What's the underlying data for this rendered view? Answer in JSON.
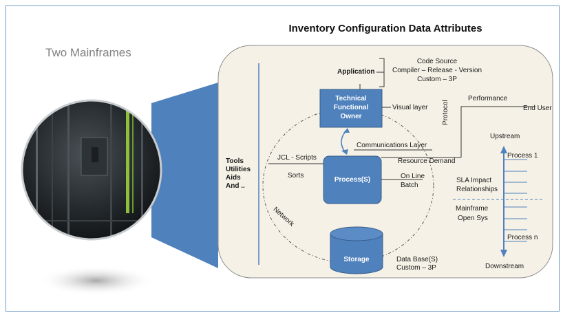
{
  "title": "Inventory Configuration  Data Attributes",
  "left_label": "Two Mainframes",
  "photo": {
    "description_icon": "mainframe-photo"
  },
  "tools": {
    "lines": [
      "Tools",
      "Utilities",
      "Aids",
      "And .."
    ]
  },
  "application": {
    "label": "Application",
    "details": [
      "Code Source",
      "Compiler – Release - Version",
      "Custom – 3P"
    ]
  },
  "owner_box": {
    "lines": [
      "Technical",
      "Functional",
      "Owner"
    ]
  },
  "visual_layer": "Visual layer",
  "communications_layer": "Communications Layer",
  "resource_demand": "Resource Demand",
  "performance": "Performance",
  "end_user": "End User",
  "protocol": "Protocol",
  "jcl_scripts": "JCL - Scripts",
  "sorts": "Sorts",
  "process_box": "Process(S)",
  "online": "On Line",
  "batch": "Batch",
  "network": "Network",
  "storage_box": "Storage",
  "database": {
    "lines": [
      "Data Base(S)",
      "Custom – 3P"
    ]
  },
  "flow": {
    "upstream": "Upstream",
    "process1": "Process 1",
    "sla": [
      "SLA Impact",
      "Relationships"
    ],
    "mainframe": "Mainframe",
    "opensys": "Open Sys",
    "processn": "Process n",
    "downstream": "Downstream"
  },
  "colors": {
    "box_fill": "#4f81bd",
    "box_stroke": "#385d8a",
    "panel_fill": "#f5f1e6",
    "connector": "#4f81bd"
  }
}
